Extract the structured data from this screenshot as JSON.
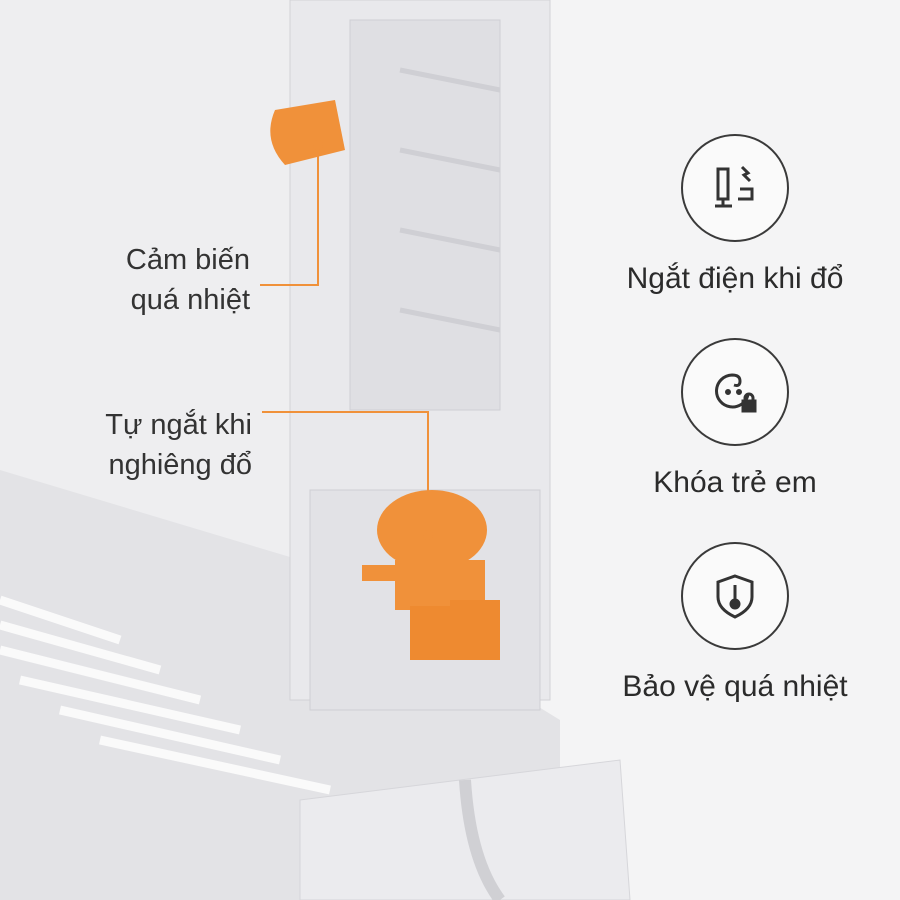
{
  "callouts": {
    "sensor": [
      "Cảm biến",
      "quá nhiệt"
    ],
    "tilt": [
      "Tự ngắt khi",
      "nghiêng đổ"
    ]
  },
  "features": [
    {
      "icon": "tip-over-power-off-icon",
      "label": "Ngắt điện khi đổ"
    },
    {
      "icon": "child-lock-icon",
      "label": "Khóa trẻ em"
    },
    {
      "icon": "overheat-shield-icon",
      "label": "Bảo vệ quá nhiệt"
    }
  ],
  "colors": {
    "accent": "#f0913a",
    "background": "#f4f4f5",
    "body": "#e6e6e9"
  }
}
